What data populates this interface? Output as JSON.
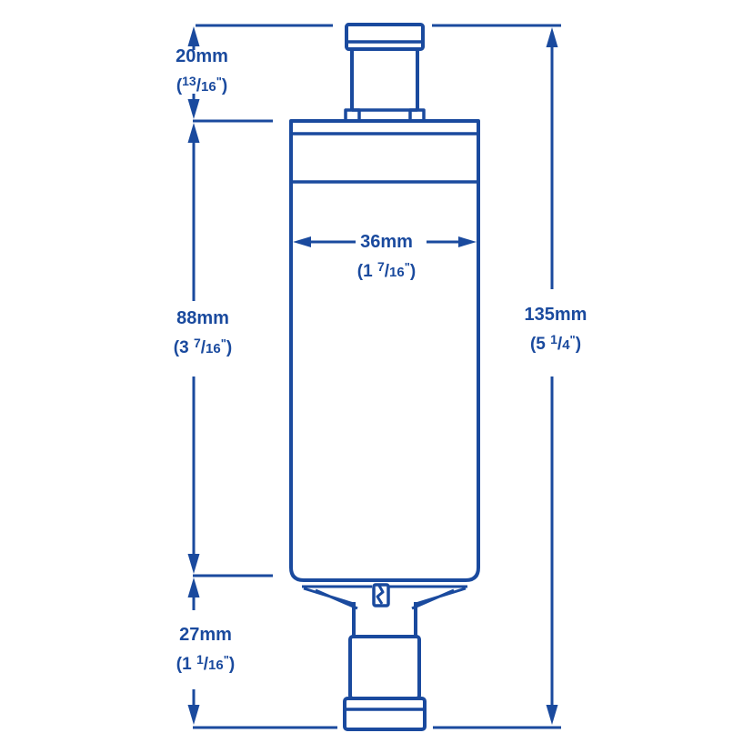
{
  "diagram": {
    "subject": "inline-pump-dimension-drawing",
    "line_color": "#1a4a9e",
    "background": "#ffffff",
    "punctuation": {
      "open": "(",
      "slash": "/",
      "inch_mark": "\"",
      "close": ")"
    },
    "labels": {
      "top_fitting": {
        "metric": "20mm",
        "whole": "",
        "num": "13",
        "den": "16"
      },
      "body_width": {
        "metric": "36mm",
        "whole": "1 ",
        "num": "7",
        "den": "16"
      },
      "body_length": {
        "metric": "88mm",
        "whole": "3 ",
        "num": "7",
        "den": "16"
      },
      "bottom_fitting": {
        "metric": "27mm",
        "whole": "1 ",
        "num": "1",
        "den": "16"
      },
      "overall_length": {
        "metric": "135mm",
        "whole": "5 ",
        "num": "1",
        "den": "4"
      }
    }
  }
}
